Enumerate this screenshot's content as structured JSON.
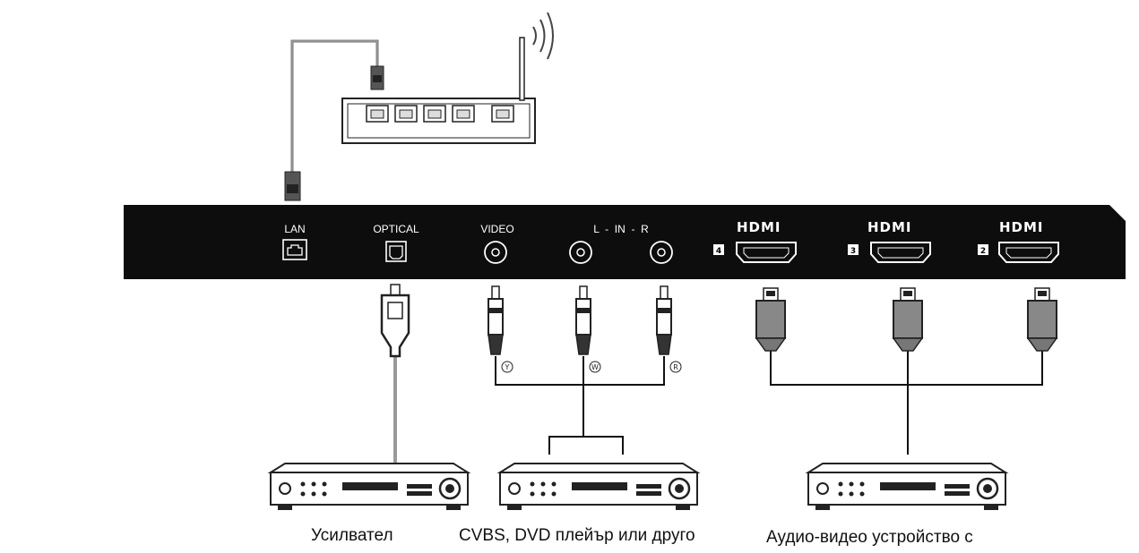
{
  "panel": {
    "lan_label": "LAN",
    "optical_label": "OPTICAL",
    "video_label": "VIDEO",
    "audio_label": "L  -  IN  -  R",
    "hdmi_logo": "HDMI",
    "hdmi_ports": [
      {
        "number": "4"
      },
      {
        "number": "3"
      },
      {
        "number": "2"
      }
    ]
  },
  "rca_markers": {
    "yellow": "Y",
    "white": "W",
    "red": "R"
  },
  "devices": [
    {
      "caption": "Усилвател"
    },
    {
      "caption": "CVBS, DVD плейър или друго"
    },
    {
      "caption": "Аудио-видео устройство с"
    }
  ],
  "colors": {
    "panel": "#0d0d0d",
    "line": "#111111",
    "optical_cable": "#9a9a9a"
  }
}
